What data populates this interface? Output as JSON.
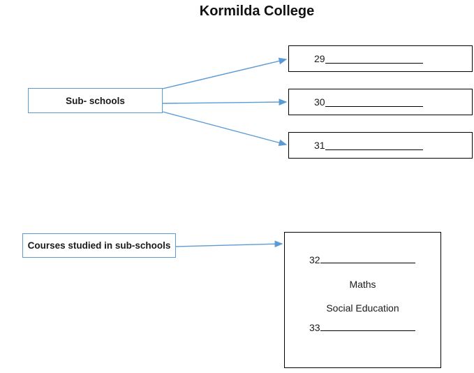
{
  "title": "Kormilda College",
  "colors": {
    "connector_blue": "#5B9BD5",
    "answer_box_border": "#000000"
  },
  "sub_schools": {
    "label": "Sub- schools"
  },
  "branches": [
    {
      "number": "29"
    },
    {
      "number": "30"
    },
    {
      "number": "31"
    }
  ],
  "courses": {
    "label": "Courses studied in sub-schools"
  },
  "course_box": {
    "rows": [
      {
        "kind": "blank",
        "number": "32"
      },
      {
        "kind": "subject",
        "label": "Maths"
      },
      {
        "kind": "subject",
        "label": "Social Education"
      },
      {
        "kind": "blank",
        "number": "33"
      }
    ]
  }
}
